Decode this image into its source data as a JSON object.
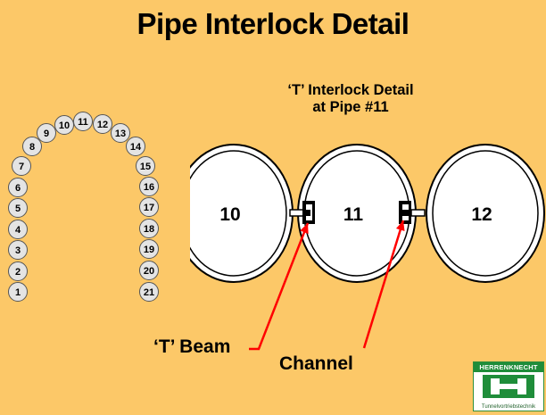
{
  "title": "Pipe Interlock Detail",
  "subtitle_lines": [
    "‘T’ Interlock Detail",
    "at Pipe #11"
  ],
  "ring_pipes": [
    "1",
    "2",
    "3",
    "4",
    "5",
    "6",
    "7",
    "8",
    "9",
    "10",
    "11",
    "12",
    "13",
    "14",
    "15",
    "16",
    "17",
    "18",
    "19",
    "20",
    "21"
  ],
  "large_pipes": [
    "10",
    "11",
    "12"
  ],
  "callouts": {
    "t_beam": "‘T’ Beam",
    "channel": "Channel"
  },
  "logo": {
    "brand": "HERRENKNECHT",
    "tagline": "Tunnelvortriebstechnik"
  },
  "colors": {
    "background": "#fcc868",
    "arrow": "#ff0000",
    "small_pipe_fill": "#e4e4e4",
    "logo_green": "#1f8d3a"
  }
}
